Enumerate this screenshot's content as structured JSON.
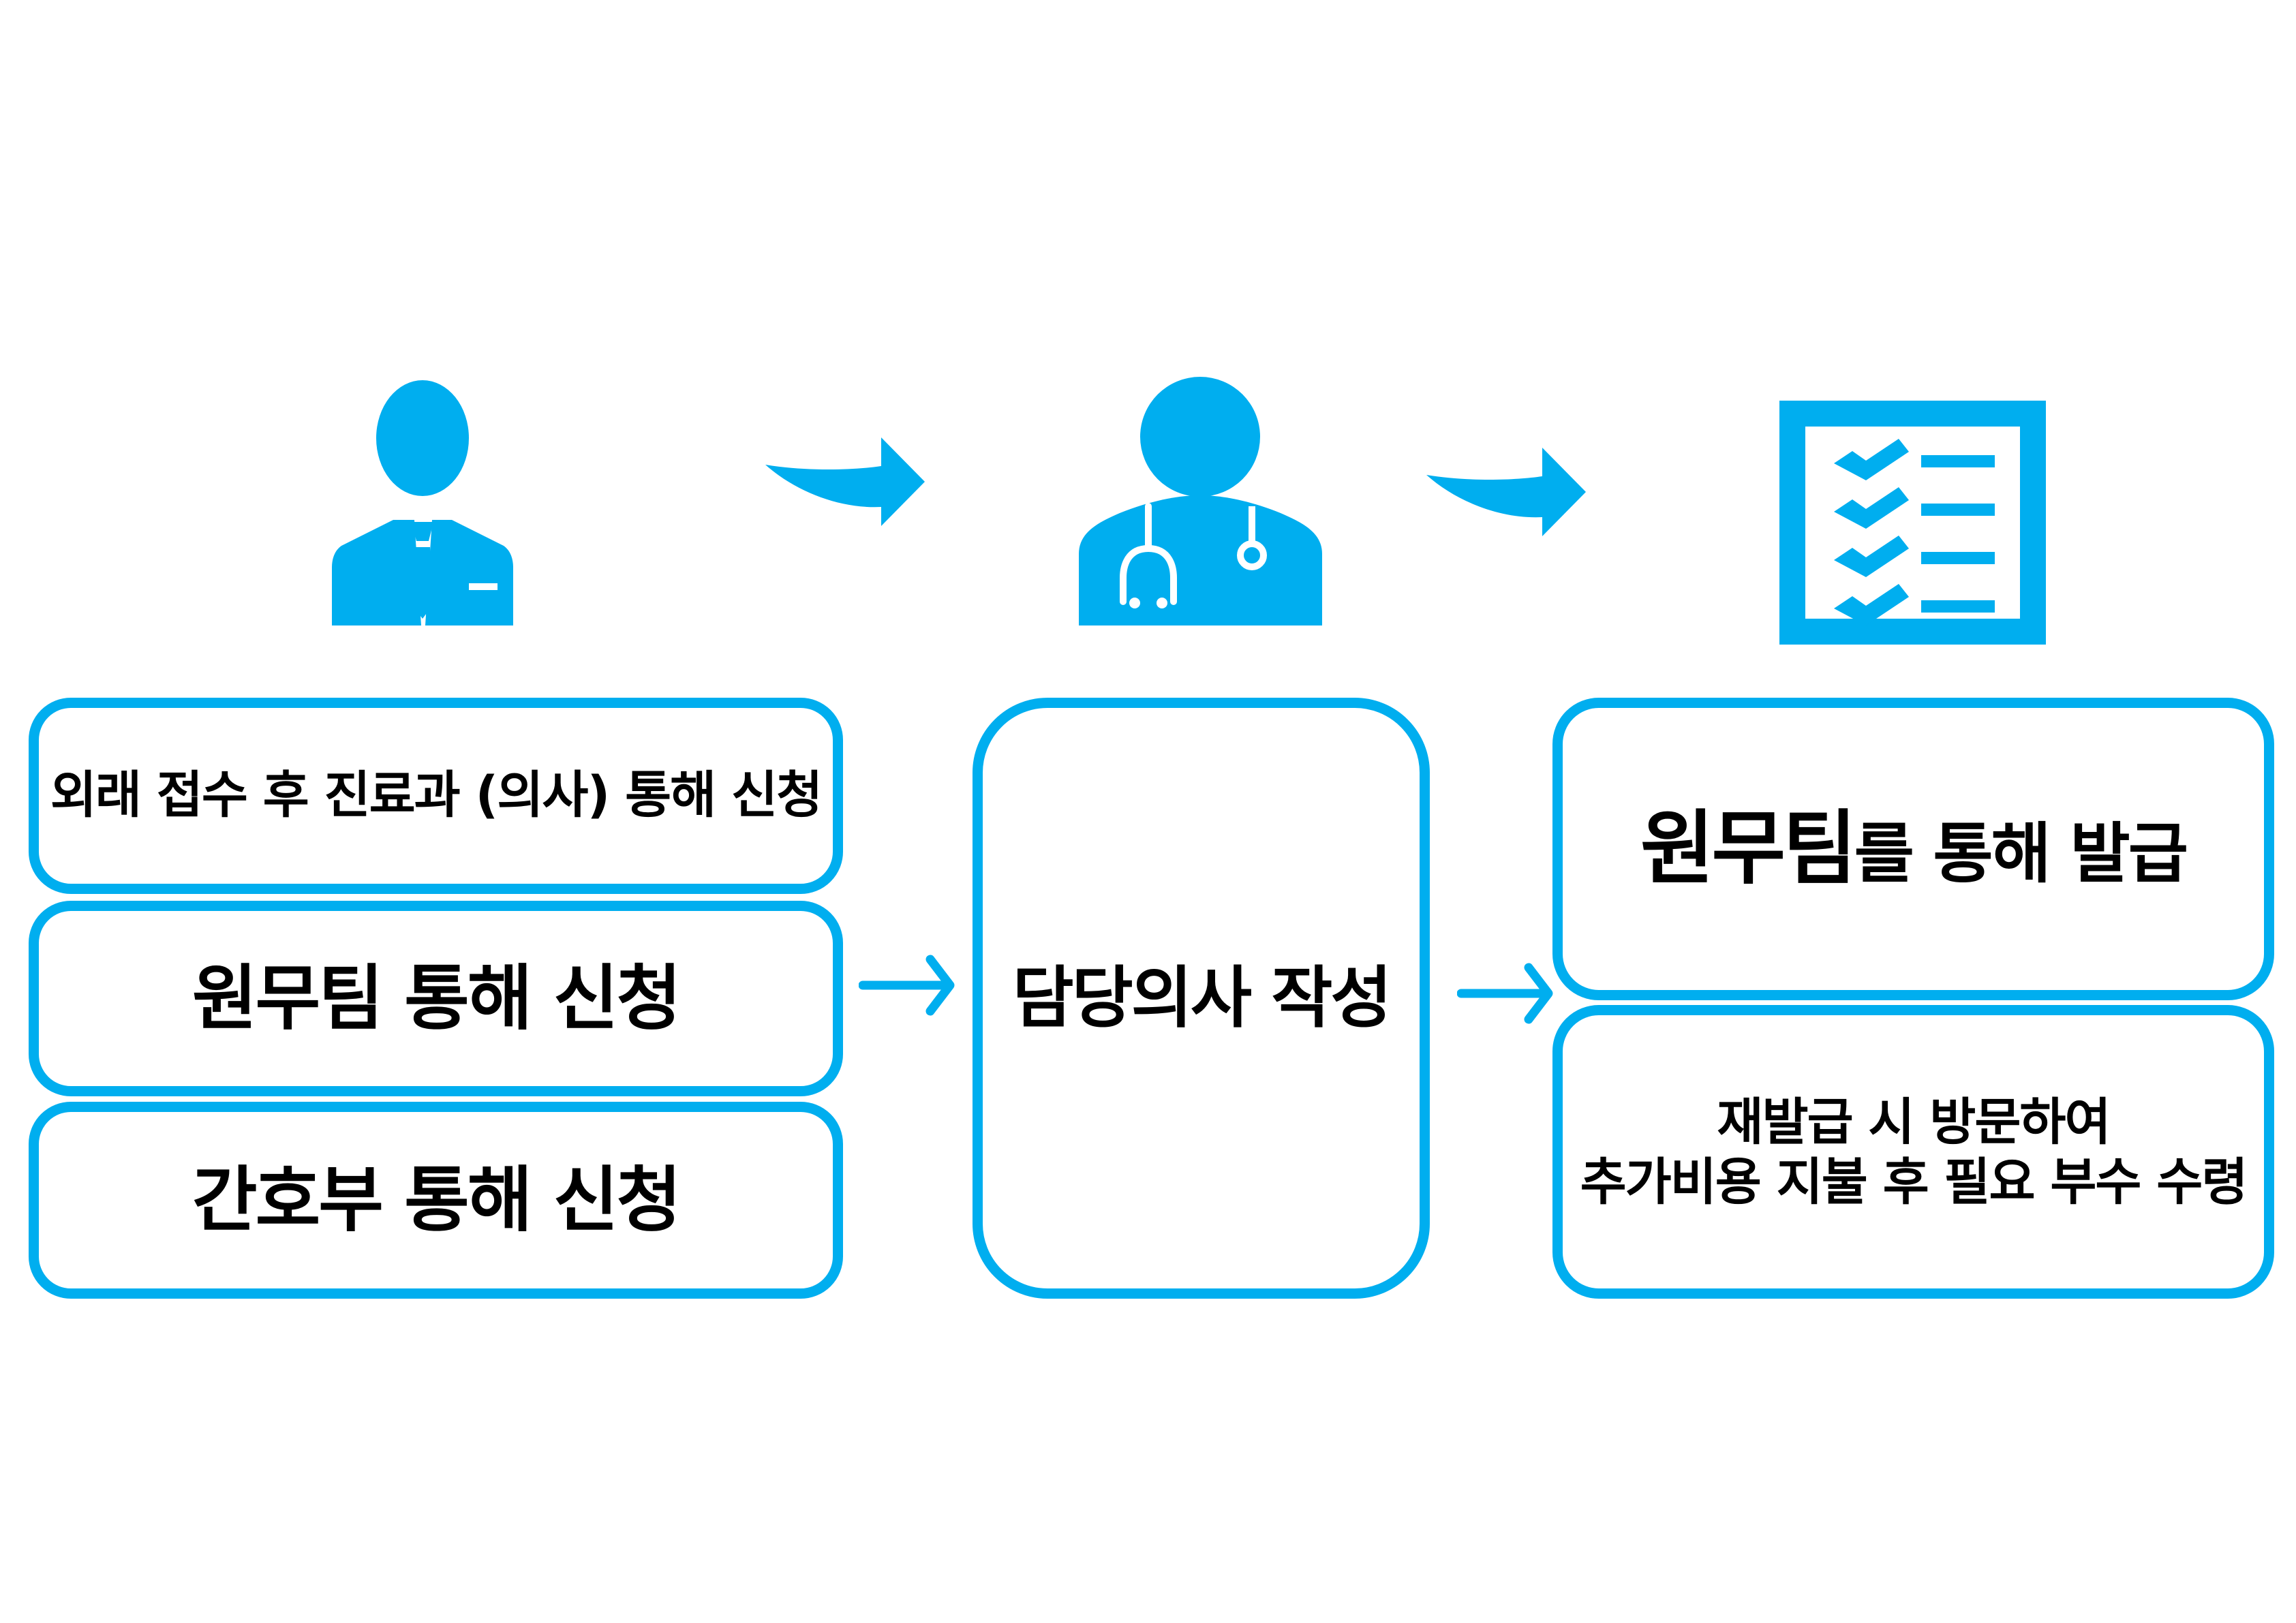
{
  "colors": {
    "accent": "#00AEEF",
    "text": "#000000",
    "background": "#FFFFFF"
  },
  "steps": [
    {
      "icon": "person-in-suit-icon",
      "options": [
        {
          "label": "외래 접수 후  진료과 (의사) 통해  신청"
        },
        {
          "label": "원무팀 통해 신청"
        },
        {
          "label": "간호부 통해 신청"
        }
      ]
    },
    {
      "icon": "doctor-stethoscope-icon",
      "options": [
        {
          "label": "담당의사 작성"
        }
      ]
    },
    {
      "icon": "checklist-icon",
      "options": [
        {
          "label_strong": "원무팀",
          "label_rest": "를 통해  발급"
        },
        {
          "line1": "재발급 시 방문하여",
          "line2": "추가비용 지불 후  필요 부수 수령"
        }
      ]
    }
  ],
  "connectors": {
    "curved_arrows": [
      "curved-arrow-right-icon",
      "curved-arrow-right-icon"
    ],
    "straight_arrows": [
      "arrow-right-icon",
      "arrow-right-icon"
    ]
  }
}
